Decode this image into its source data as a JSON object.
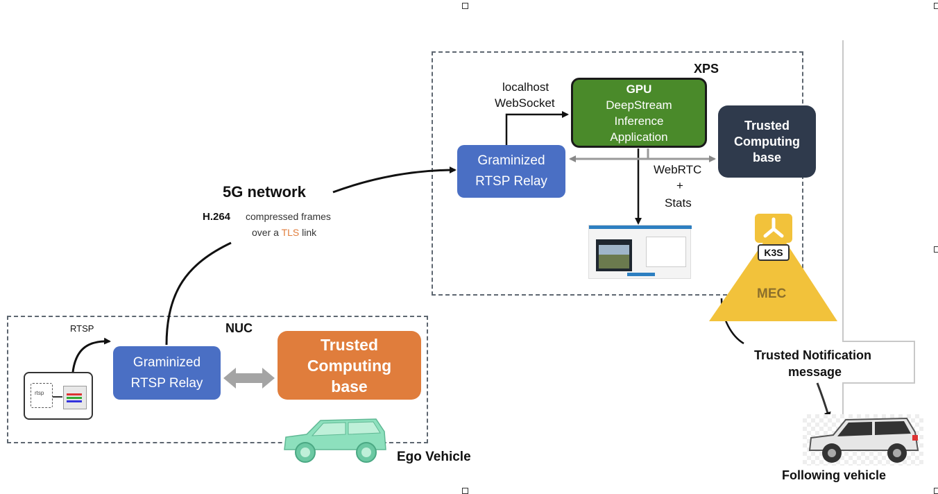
{
  "xps": {
    "title": "XPS",
    "localhost": "localhost",
    "websocket": "WebSocket",
    "gpu_box": {
      "line1": "GPU",
      "line2": "DeepStream",
      "line3": "Inference",
      "line4": "Application"
    },
    "relay_box": {
      "line1": "Graminized",
      "line2": "RTSP Relay"
    },
    "tcb_box": {
      "line1": "Trusted",
      "line2": "Computing",
      "line3": "base"
    },
    "webrtc": "WebRTC",
    "plus": "+",
    "stats": "Stats"
  },
  "network": {
    "title": "5G network",
    "codec": "H.264",
    "desc1": "compressed frames",
    "desc2_pre": "over a",
    "desc2_tls": "TLS",
    "desc2_post": "link"
  },
  "nuc": {
    "title": "NUC",
    "rtsp": "RTSP",
    "relay_box": {
      "line1": "Graminized",
      "line2": "RTSP Relay"
    },
    "tcb_box": {
      "line1": "Trusted",
      "line2": "Computing",
      "line3": "base"
    },
    "camera_caption": "rtsp",
    "ego_vehicle": "Ego Vehicle"
  },
  "mec": {
    "label": "MEC",
    "k3s": "K3S"
  },
  "notification": {
    "line1": "Trusted Notification",
    "line2": "message"
  },
  "following_vehicle": "Following vehicle",
  "colors": {
    "relay_blue": "#4a6fc4",
    "gpu_green": "#4a8a2a",
    "tcb_dark": "#2f3a4c",
    "tcb_orange": "#e07d3c",
    "mec_yellow": "#f2c23b",
    "tls_orange": "#e07d3c",
    "vehicle_green": "#8de0bd"
  }
}
